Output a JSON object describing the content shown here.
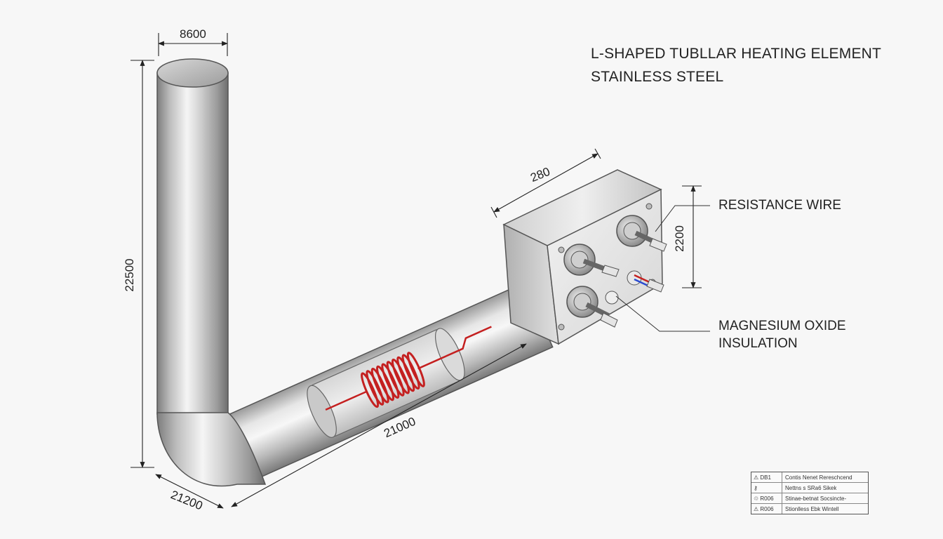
{
  "title": {
    "line1": "L-SHAPED TUBLLAR HEATING ELEMENT",
    "line2": "STAINLESS STEEL"
  },
  "callouts": {
    "resistance_wire": "RESISTANCE WIRE",
    "magnesium_line1": "MAGNESIUM OXIDE",
    "magnesium_line2": "INSULATION"
  },
  "dimensions": {
    "top_diameter": "8600",
    "vertical_length": "22500",
    "terminal_box_width": "280",
    "terminal_box_height": "2200",
    "horizontal_length": "21000",
    "bend_offset": "21200"
  },
  "title_block": {
    "rows": [
      {
        "code": "⚠ DB1",
        "text": "Contis Nenet Rereschcend"
      },
      {
        "code": "⚷",
        "text": "Nettns s SRa6 Sikek"
      },
      {
        "code": "♲ R006",
        "text": "Stinae-betnat Socsincte-"
      },
      {
        "code": "⚠ R006",
        "text": "Stionlless Ebk Wintell"
      }
    ]
  },
  "colors": {
    "steel_light": "#f0f0f0",
    "steel_dark": "#8a8a8a",
    "wire_red": "#c42020",
    "wire_blue": "#2a4bd0"
  }
}
